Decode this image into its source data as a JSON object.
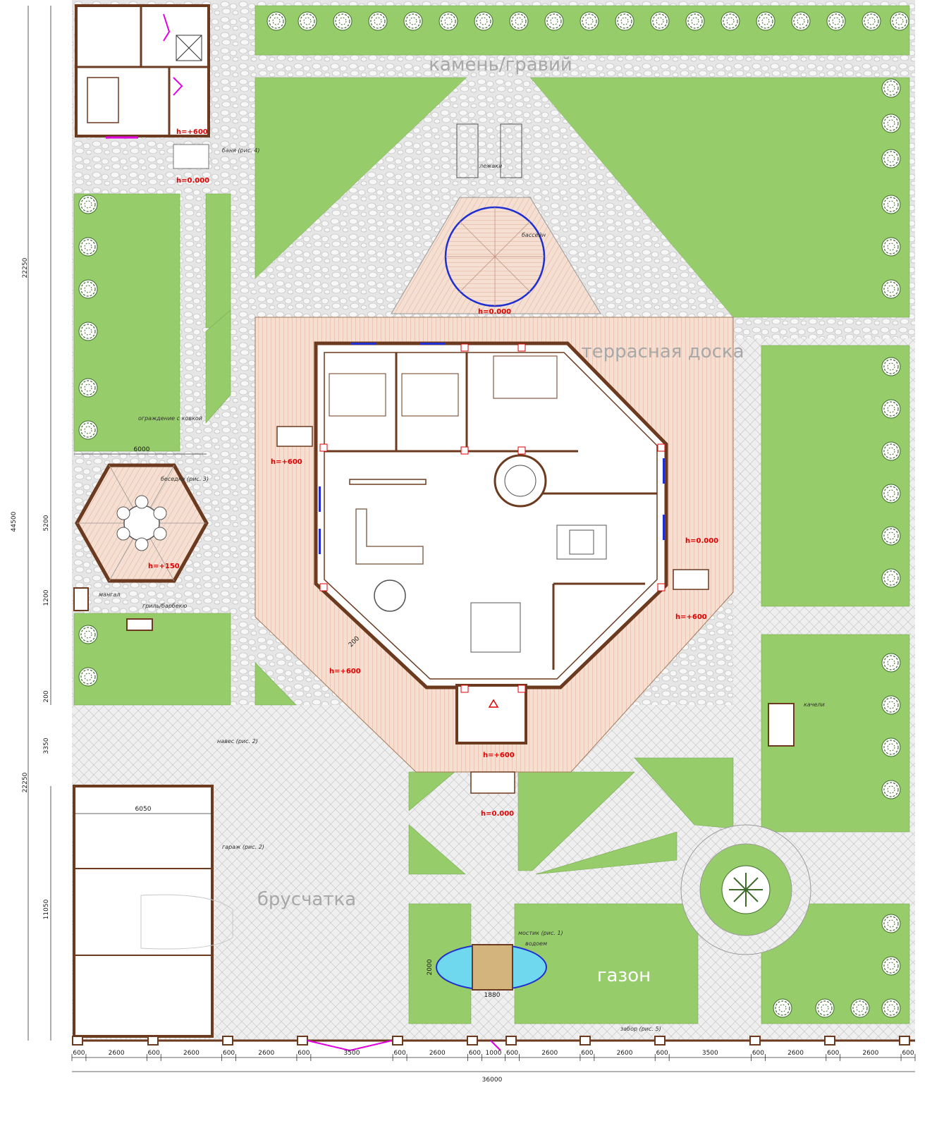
{
  "colors": {
    "lawn": "#96cc6a",
    "stone": "#e4e4e4",
    "paving": "#eeeeee",
    "deck": "#f2dccf",
    "wall": "#6b3a1f",
    "pool": "#1f2fd1",
    "level_mark": "#e00000",
    "pond": "#6fd8ee",
    "bridge": "#d2b47c",
    "gate": "#e000e0"
  },
  "labels": {
    "stone_gravel": "камень/гравий",
    "terrace_board": "террасная доска",
    "paving_stone": "брусчатка",
    "lawn": "газон"
  },
  "callouts": {
    "bathhouse": "баня (рис. 4)",
    "loungers": "лежаки",
    "pool": "бассейн",
    "fence_forged": "ограждение с ковкой",
    "gazebo": "беседка (рис. 3)",
    "brazier": "мангал",
    "grill": "гриль/барбекю",
    "canopy": "навес (рис. 2)",
    "garage": "гараж (рис. 2)",
    "swing": "качели",
    "bridge": "мостик (рис. 1)",
    "pond": "водоем",
    "fence": "забор (рис. 5)"
  },
  "levels": {
    "bath_floor": "h=+600",
    "bath_ground": "h=0.000",
    "pool_level": "h=0.000",
    "west_terrace": "h=+600",
    "east_ground": "h=0.000",
    "gazebo_level": "h=+150",
    "east_terrace": "h=+600",
    "south_terrace": "h=+600",
    "entrance_porch": "h=+600",
    "entrance_ground": "h=0.000"
  },
  "dimensions": {
    "total_height": "44500",
    "upper_height": "22250",
    "lower_height": "22250",
    "gazebo_width": "6000",
    "gazebo_height": "5200",
    "gazebo_lower": "1200",
    "gap_small": "200",
    "canopy_depth": "3350",
    "garage_length": "11050",
    "garage_width": "6050",
    "wall_thickness": "200",
    "pond_width": "2000",
    "bridge_width": "1880",
    "total_width": "36000",
    "bottom_segments": [
      "600",
      "2600",
      "600",
      "2600",
      "600",
      "2600",
      "600",
      "3500",
      "600",
      "2600",
      "600",
      "1000",
      "600",
      "2600",
      "600",
      "2600",
      "600",
      "3500",
      "600",
      "2600",
      "600",
      "2600",
      "600"
    ]
  }
}
